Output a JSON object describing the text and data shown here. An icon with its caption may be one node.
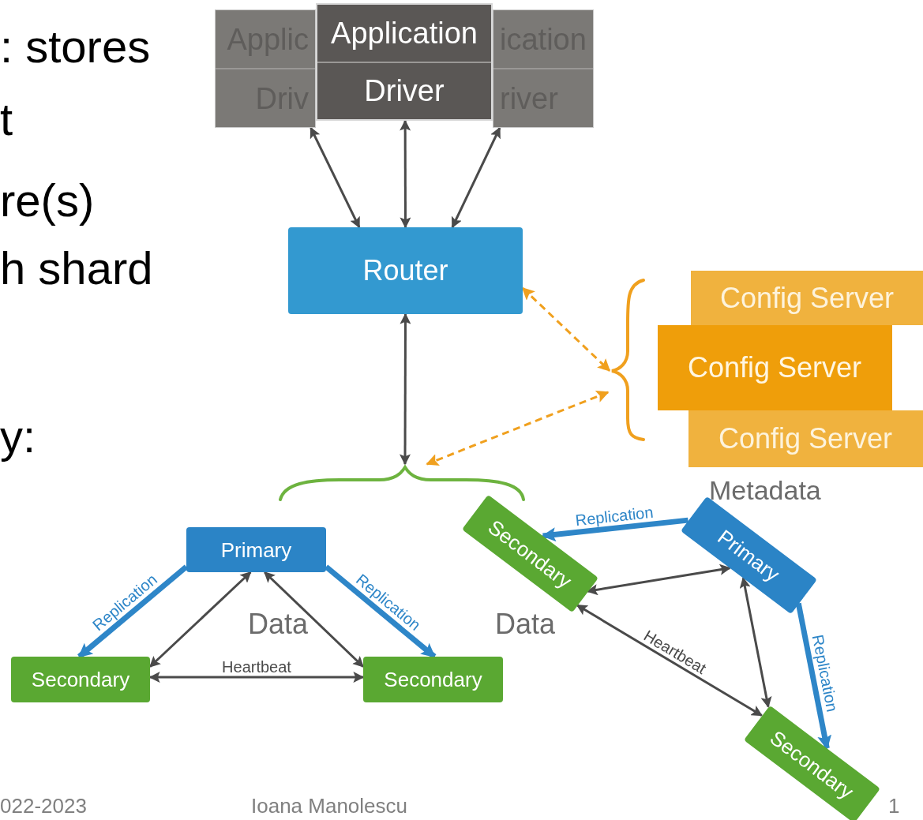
{
  "diagram": {
    "nodes": [
      {
        "text": [
          "Applic",
          "Driv"
        ]
      },
      {
        "text": [
          "ication",
          "river"
        ]
      },
      {
        "text": [
          "Application",
          "Driver"
        ]
      },
      {
        "text": [
          "Router"
        ]
      },
      {
        "text": [
          "Config Server"
        ]
      },
      {
        "text": [
          "Config Server"
        ]
      },
      {
        "text": [
          "Config Server"
        ]
      },
      {
        "text": [],
        "shape": "brace"
      },
      {
        "text": [],
        "shape": "brace"
      },
      {
        "text": [
          "Primary"
        ]
      },
      {
        "text": [
          "Secondary"
        ]
      },
      {
        "text": [
          "Secondary"
        ]
      },
      {
        "text": [
          "Secondary"
        ]
      },
      {
        "text": [
          "Primary"
        ]
      },
      {
        "text": [
          "Secondary"
        ]
      }
    ],
    "edges": [
      {
        "from": 0,
        "to": 3,
        "arrow": "both"
      },
      {
        "from": 2,
        "to": 3,
        "arrow": "both"
      },
      {
        "from": 1,
        "to": 3,
        "arrow": "both"
      },
      {
        "from": 3,
        "to": 7,
        "arrow": "both",
        "style": "dashed",
        "color": "#f0a01e"
      },
      {
        "from": 7,
        "to": 8,
        "arrow": "both",
        "style": "dashed",
        "color": "#f0a01e"
      },
      {
        "from": 3,
        "to": 8,
        "arrow": "both"
      },
      {
        "from": 9,
        "to": 10,
        "arrow": "to",
        "label": "Replication",
        "style": "thick",
        "color": "#2e86c8"
      },
      {
        "from": 9,
        "to": 11,
        "arrow": "to",
        "label": "Replication",
        "style": "thick",
        "color": "#2e86c8"
      },
      {
        "from": 9,
        "to": 10,
        "arrow": "both"
      },
      {
        "from": 9,
        "to": 11,
        "arrow": "both"
      },
      {
        "from": 10,
        "to": 11,
        "arrow": "both",
        "label": "Heartbeat"
      },
      {
        "from": 13,
        "to": 12,
        "arrow": "to",
        "label": "Replication",
        "style": "thick",
        "color": "#2e86c8"
      },
      {
        "from": 13,
        "to": 14,
        "arrow": "to",
        "label": "Replication",
        "style": "thick",
        "color": "#2e86c8"
      },
      {
        "from": 12,
        "to": 13,
        "arrow": "both"
      },
      {
        "from": 12,
        "to": 14,
        "arrow": "both",
        "label": "Heartbeat"
      },
      {
        "from": 13,
        "to": 14,
        "arrow": "both"
      }
    ],
    "labels": [
      ": stores",
      "t",
      "re(s)",
      "h shard",
      "y:",
      "Metadata",
      "Data",
      "Data",
      "022-2023",
      "Ioana Manolescu",
      "1"
    ]
  }
}
